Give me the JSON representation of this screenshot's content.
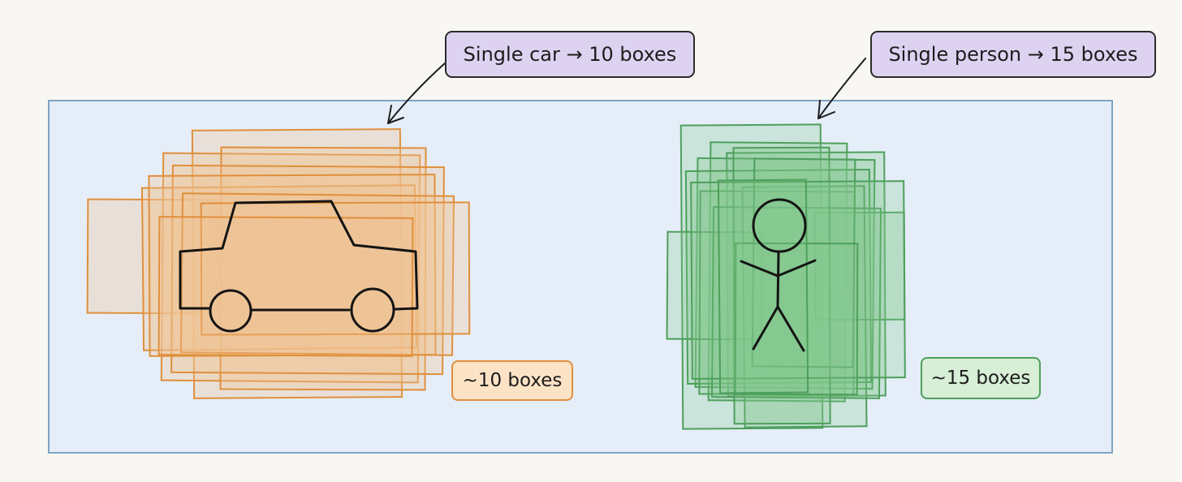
{
  "callouts": {
    "car": "Single car → 10 boxes",
    "person": "Single person → 15 boxes"
  },
  "labels": {
    "car": "~10 boxes",
    "person": "~15 boxes"
  },
  "groups": {
    "car": {
      "object": "car-sketch",
      "box_count": 10
    },
    "person": {
      "object": "stick-figure-sketch",
      "box_count": 15
    }
  },
  "colors": {
    "page_background": "#f8f7f3",
    "frame_fill": "#e5eef8",
    "frame_stroke": "#7fa3c2",
    "callout_fill": "#ddd3f1",
    "car_stroke": "#e08f3c",
    "car_fill": "#f0c596",
    "person_stroke": "#4e9f5b",
    "person_fill": "#86c98f",
    "car_label_fill": "#fde3c6",
    "person_label_fill": "#d6efd6",
    "ink": "#1c1c1c"
  }
}
